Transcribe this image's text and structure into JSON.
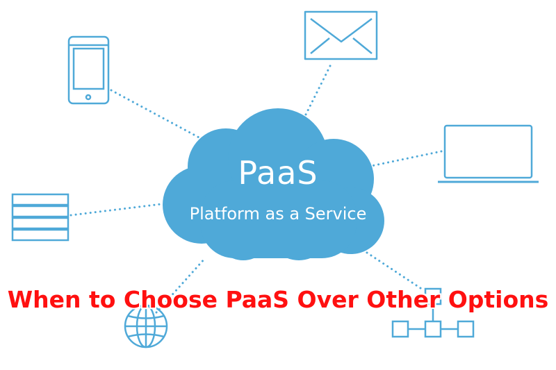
{
  "diagram": {
    "cloud": {
      "title": "PaaS",
      "subtitle": "Platform as a Service",
      "color": "#4fa9d8"
    },
    "icon_color": "#4fa9d8",
    "connector_style": "dotted",
    "devices": [
      {
        "icon": "smartphone-icon"
      },
      {
        "icon": "envelope-icon"
      },
      {
        "icon": "laptop-icon"
      },
      {
        "icon": "server-stack-icon"
      },
      {
        "icon": "globe-icon"
      },
      {
        "icon": "network-hierarchy-icon"
      }
    ]
  },
  "caption": {
    "text": "When to Choose PaaS Over Other Options",
    "color": "#ff1010"
  }
}
